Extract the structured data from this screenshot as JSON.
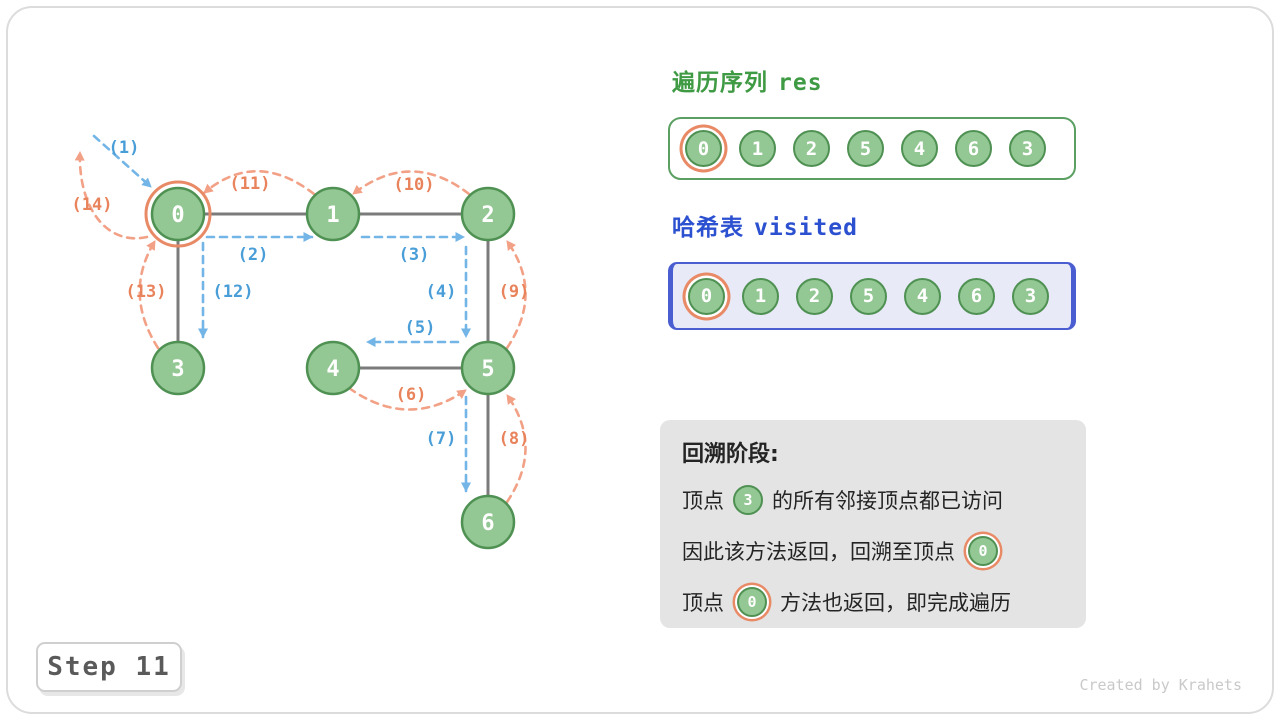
{
  "graph": {
    "node_labels": [
      "0",
      "1",
      "2",
      "3",
      "4",
      "5",
      "6"
    ],
    "arrow_labels": {
      "s1": "(1)",
      "s2": "(2)",
      "s3": "(3)",
      "s4": "(4)",
      "s5": "(5)",
      "s6": "(6)",
      "s7": "(7)",
      "s8": "(8)",
      "s9": "(9)",
      "s10": "(10)",
      "s11": "(11)",
      "s12": "(12)",
      "s13": "(13)",
      "s14": "(14)"
    }
  },
  "panel": {
    "res_title_zh": "遍历序列",
    "res_title_code": "res",
    "res_values": [
      "0",
      "1",
      "2",
      "5",
      "4",
      "6",
      "3"
    ],
    "visited_title_zh": "哈希表",
    "visited_title_code": "visited",
    "visited_values": [
      "0",
      "1",
      "2",
      "5",
      "4",
      "6",
      "3"
    ]
  },
  "info": {
    "title": "回溯阶段:",
    "line1_pre": "顶点",
    "line1_node": "3",
    "line1_post": "的所有邻接顶点都已访问",
    "line2_pre": "因此该方法返回，回溯至顶点",
    "line2_node": "0",
    "line3_pre": "顶点",
    "line3_node": "0",
    "line3_post": "方法也返回，即完成遍历"
  },
  "footer": {
    "step_label": "Step 11",
    "credit": "Created by Krahets"
  },
  "colors": {
    "node_green_fill": "#93c793",
    "node_green_border": "#4f9153",
    "highlight_orange": "#e98a67",
    "arrow_blue": "#72b5e6",
    "arrow_orange": "#f2a186",
    "edge_gray": "#7b7b7b",
    "res_title_green": "#3f9a44",
    "visited_title_blue": "#2b50d0",
    "visited_box_fill": "#e8eaf8",
    "info_box_gray": "#e4e4e4"
  }
}
